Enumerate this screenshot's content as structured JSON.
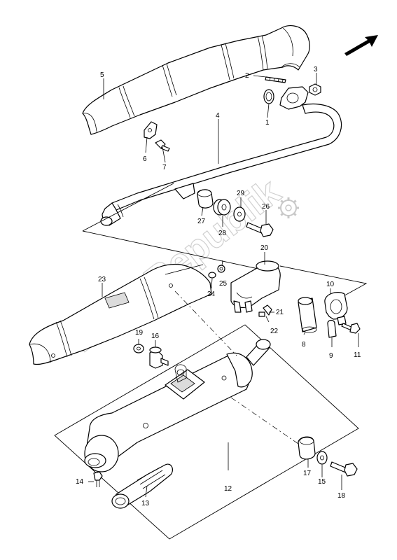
{
  "watermark": "PartsRepublik",
  "callouts": [
    {
      "id": "c1",
      "text": "1"
    },
    {
      "id": "c2",
      "text": "2"
    },
    {
      "id": "c3",
      "text": "3"
    },
    {
      "id": "c4",
      "text": "4"
    },
    {
      "id": "c5",
      "text": "5"
    },
    {
      "id": "c6",
      "text": "6"
    },
    {
      "id": "c7",
      "text": "7"
    },
    {
      "id": "c8",
      "text": "8"
    },
    {
      "id": "c9",
      "text": "9"
    },
    {
      "id": "c10",
      "text": "10"
    },
    {
      "id": "c11",
      "text": "11"
    },
    {
      "id": "c12",
      "text": "12"
    },
    {
      "id": "c13",
      "text": "13"
    },
    {
      "id": "c14",
      "text": "14"
    },
    {
      "id": "c15",
      "text": "15"
    },
    {
      "id": "c16",
      "text": "16"
    },
    {
      "id": "c17",
      "text": "17"
    },
    {
      "id": "c18",
      "text": "18"
    },
    {
      "id": "c19",
      "text": "19"
    },
    {
      "id": "c20",
      "text": "20"
    },
    {
      "id": "c21",
      "text": "21"
    },
    {
      "id": "c22",
      "text": "22"
    },
    {
      "id": "c23",
      "text": "23"
    },
    {
      "id": "c24",
      "text": "24"
    },
    {
      "id": "c25",
      "text": "25"
    },
    {
      "id": "c26",
      "text": "26"
    },
    {
      "id": "c27",
      "text": "27"
    },
    {
      "id": "c28",
      "text": "28"
    },
    {
      "id": "c29",
      "text": "29"
    }
  ],
  "colors": {
    "ink": "#000000",
    "background": "#ffffff",
    "watermark": "#d0d0d0"
  },
  "icons": {
    "direction": "arrow-front-icon",
    "watermark_gear": "gear-icon"
  }
}
